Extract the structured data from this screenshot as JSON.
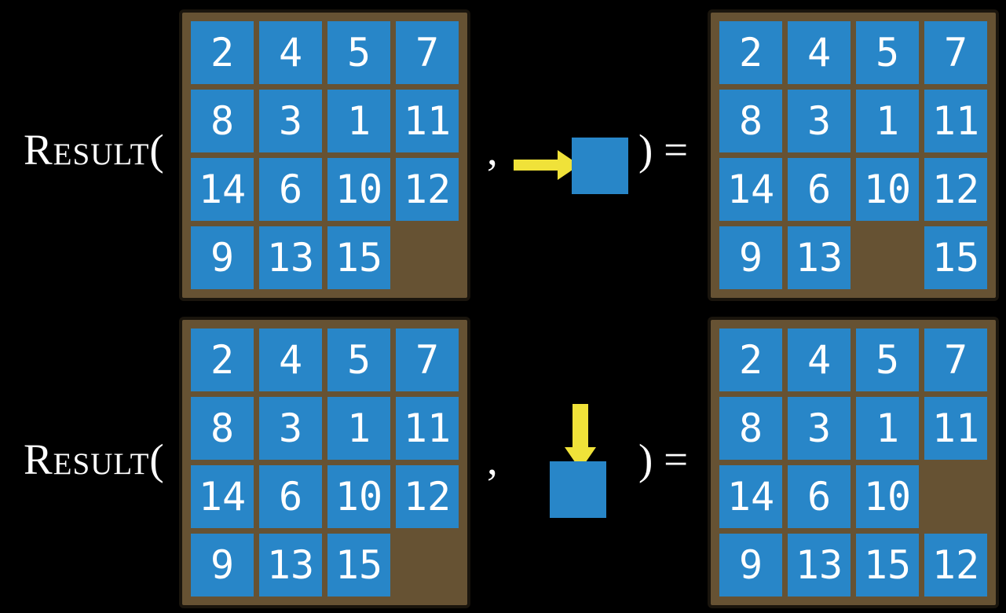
{
  "slide": {
    "background": "#000000"
  },
  "colors": {
    "tile_blue": "#2886c8",
    "board_brown": "#665233",
    "board_border": "#1a150d",
    "arrow_yellow": "#f0e239",
    "text_white": "#ffffff"
  },
  "examples": [
    {
      "id": "move-right-example",
      "function_label": "Result(",
      "comma": ",",
      "close_text": ") =",
      "action_icon": "right-arrow-icon",
      "action": "move blank-adjacent tile right",
      "input_board": {
        "tiles": [
          [
            "2",
            "4",
            "5",
            "7"
          ],
          [
            "8",
            "3",
            "1",
            "11"
          ],
          [
            "14",
            "6",
            "10",
            "12"
          ],
          [
            "9",
            "13",
            "15",
            ""
          ]
        ]
      },
      "output_board": {
        "tiles": [
          [
            "2",
            "4",
            "5",
            "7"
          ],
          [
            "8",
            "3",
            "1",
            "11"
          ],
          [
            "14",
            "6",
            "10",
            "12"
          ],
          [
            "9",
            "13",
            "",
            "15"
          ]
        ]
      }
    },
    {
      "id": "move-down-example",
      "function_label": "Result(",
      "comma": ",",
      "close_text": ") =",
      "action_icon": "down-arrow-icon",
      "action": "move blank-adjacent tile down",
      "input_board": {
        "tiles": [
          [
            "2",
            "4",
            "5",
            "7"
          ],
          [
            "8",
            "3",
            "1",
            "11"
          ],
          [
            "14",
            "6",
            "10",
            "12"
          ],
          [
            "9",
            "13",
            "15",
            ""
          ]
        ]
      },
      "output_board": {
        "tiles": [
          [
            "2",
            "4",
            "5",
            "7"
          ],
          [
            "8",
            "3",
            "1",
            "11"
          ],
          [
            "14",
            "6",
            "10",
            ""
          ],
          [
            "9",
            "13",
            "15",
            "12"
          ]
        ]
      }
    }
  ]
}
